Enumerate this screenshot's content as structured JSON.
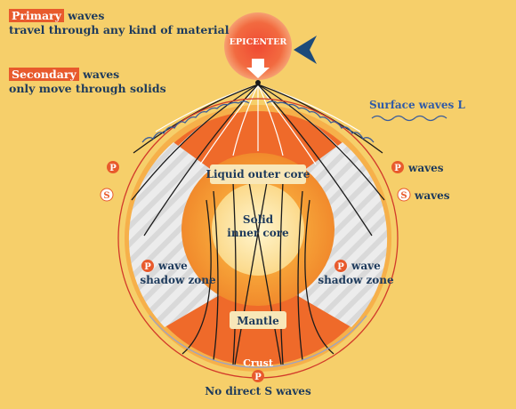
{
  "legend": {
    "primary_tag": "Primary",
    "primary_line1": "waves",
    "primary_line2": "travel through any kind of material",
    "secondary_tag": "Secondary",
    "secondary_line1": "waves",
    "secondary_line2": "only move through solids"
  },
  "labels": {
    "epicenter": "EPICENTER",
    "surface_waves": "Surface waves L",
    "liquid_outer_core": "Liquid outer core",
    "solid_inner_core_1": "Solid",
    "solid_inner_core_2": "inner core",
    "p_waves": "waves",
    "s_waves": "waves",
    "shadow_left_1": "wave",
    "shadow_left_2": "shadow zone",
    "shadow_right_1": "wave",
    "shadow_right_2": "shadow zone",
    "mantle": "Mantle",
    "crust": "Crust",
    "no_direct_s": "No direct S waves"
  },
  "badges": {
    "p": "P",
    "s": "S"
  },
  "colors": {
    "background": "#f6cf6a",
    "mantle": "#ef6a2a",
    "crust": "#f6b04a",
    "outer_core": "#f59a2e",
    "inner_core": "#fde9a8",
    "shadow": "#e7e7e7",
    "s_wave_ray": "#1a1a1a",
    "p_wave_ray": "#ffffff",
    "label_text": "#1d3a5c",
    "accent": "#e85a2c",
    "pointer": "#1d4a7a"
  }
}
